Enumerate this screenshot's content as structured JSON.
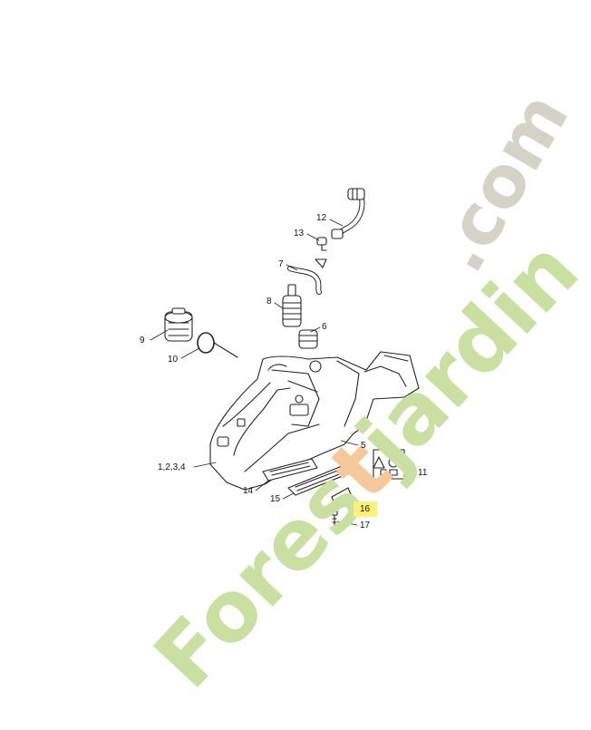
{
  "parts": [
    {
      "key": "p12",
      "label": "12"
    },
    {
      "key": "p13",
      "label": "13"
    },
    {
      "key": "p7",
      "label": "7"
    },
    {
      "key": "p8",
      "label": "8"
    },
    {
      "key": "p6",
      "label": "6"
    },
    {
      "key": "p9",
      "label": "9"
    },
    {
      "key": "p10",
      "label": "10"
    },
    {
      "key": "p5",
      "label": "5"
    },
    {
      "key": "p11",
      "label": "11"
    },
    {
      "key": "p1234",
      "label": "1,2,3,4"
    },
    {
      "key": "p14",
      "label": "14"
    },
    {
      "key": "p15",
      "label": "15"
    },
    {
      "key": "p16",
      "label": "16",
      "highlighted": true
    },
    {
      "key": "p17",
      "label": "17"
    }
  ],
  "watermark": {
    "brand": "Forestjardin",
    "domain": ".com",
    "colors": {
      "green": "#c9e0a0",
      "orange": "#f6c99a",
      "grey": "#d5d2c8"
    }
  },
  "highlight_color": "#fff176"
}
